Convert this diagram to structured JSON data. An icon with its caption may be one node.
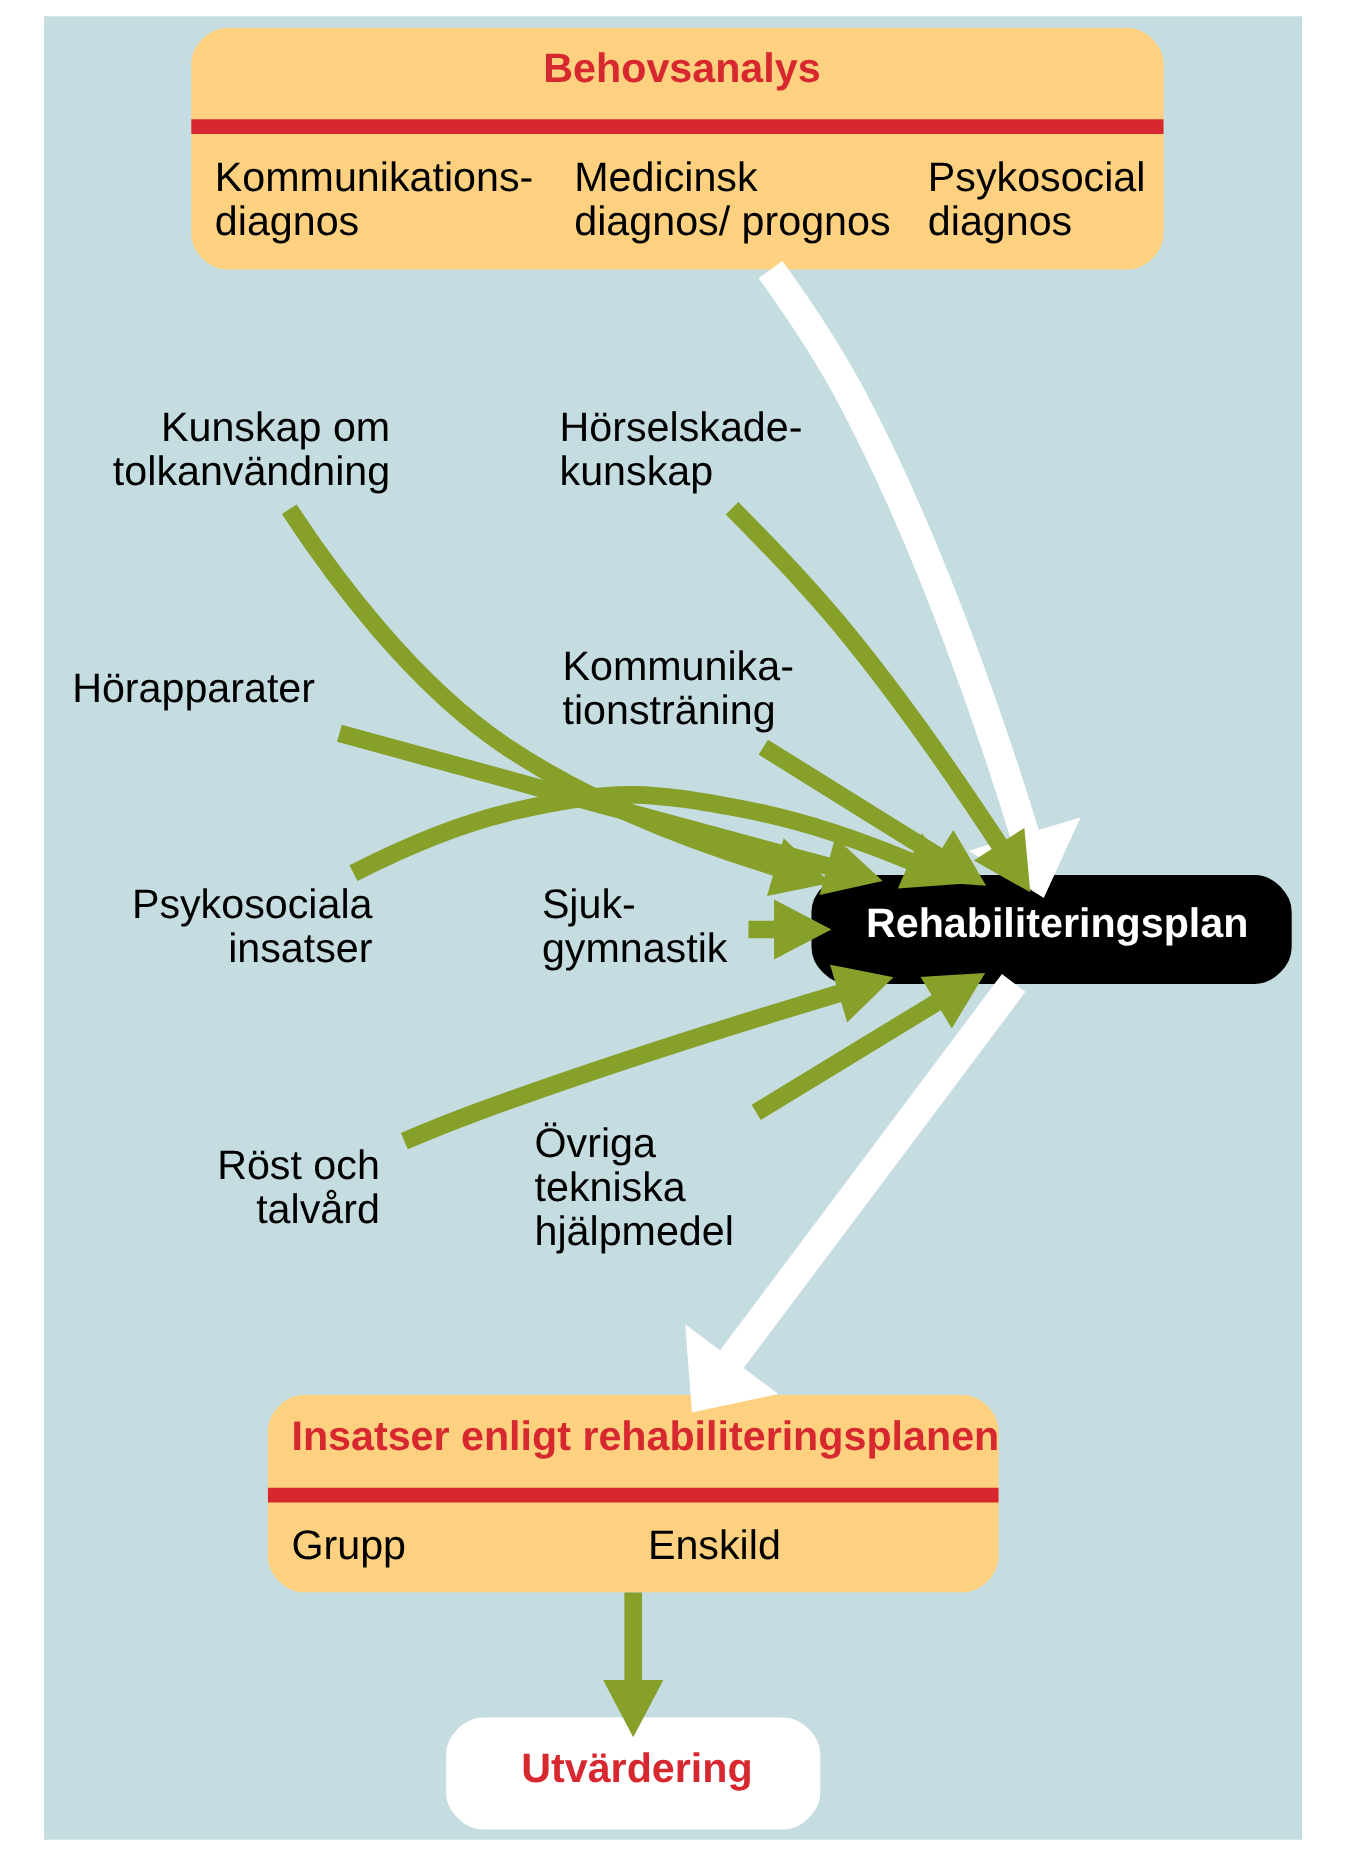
{
  "diagram": {
    "nodes": [
      {
        "text": [
          "Behovsanalys",
          "Kommunikations- diagnos",
          "Medicinsk diagnos/ prognos",
          "Psykosocial diagnos"
        ]
      },
      {
        "text": [
          "Rehabiliteringsplan"
        ]
      },
      {
        "text": [
          "Kunskap om tolkanvändning"
        ]
      },
      {
        "text": [
          "Hörapparater"
        ]
      },
      {
        "text": [
          "Psykosociala insatser"
        ]
      },
      {
        "text": [
          "Röst och talvård"
        ]
      },
      {
        "text": [
          "Hörselskade- kunskap"
        ]
      },
      {
        "text": [
          "Kommunika- tionsträning"
        ]
      },
      {
        "text": [
          "Sjuk- gymnastik"
        ]
      },
      {
        "text": [
          "Övriga tekniska hjälpmedel"
        ]
      },
      {
        "text": [
          "Insatser enligt rehabiliteringsplanen",
          "Grupp",
          "Enskild"
        ]
      },
      {
        "text": [
          "Utvärdering"
        ]
      }
    ],
    "edges": [
      {
        "from": 0,
        "to": 1,
        "arrow": "to",
        "color": "#ffffff"
      },
      {
        "from": 2,
        "to": 1,
        "arrow": "to"
      },
      {
        "from": 3,
        "to": 1,
        "arrow": "to"
      },
      {
        "from": 4,
        "to": 1,
        "arrow": "to"
      },
      {
        "from": 5,
        "to": 1,
        "arrow": "to"
      },
      {
        "from": 6,
        "to": 1,
        "arrow": "to"
      },
      {
        "from": 7,
        "to": 1,
        "arrow": "to"
      },
      {
        "from": 8,
        "to": 1,
        "arrow": "to"
      },
      {
        "from": 9,
        "to": 1,
        "arrow": "to"
      },
      {
        "from": 1,
        "to": 10,
        "arrow": "to",
        "color": "#ffffff"
      },
      {
        "from": 10,
        "to": 11,
        "arrow": "to"
      }
    ]
  }
}
